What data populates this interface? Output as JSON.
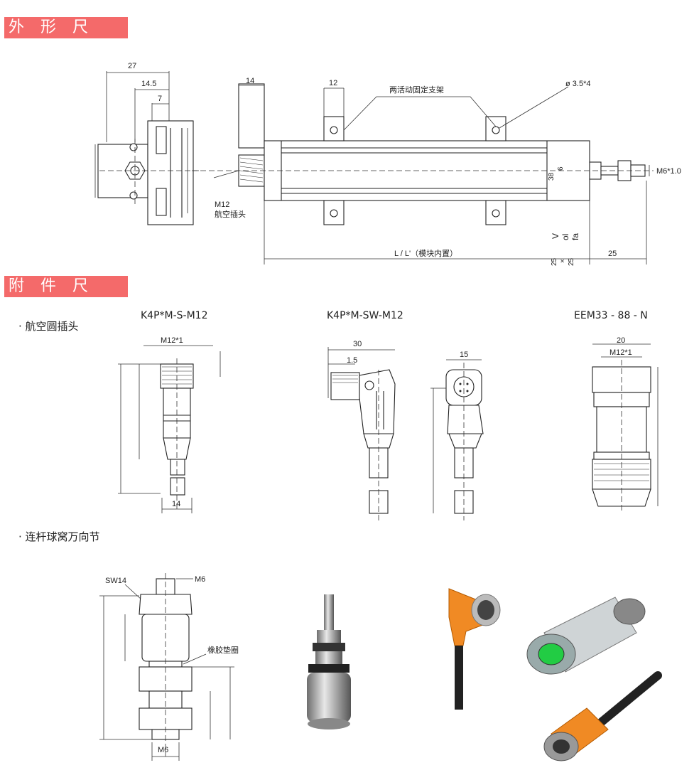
{
  "sections": {
    "outline_title": "外 形 尺 寸:",
    "accessory_title": "附 件 尺 寸:"
  },
  "outline": {
    "dim_27": "27",
    "dim_14_5": "14.5",
    "dim_7": "7",
    "dim_14": "14",
    "dim_12": "12",
    "bracket_label": "两活动固定支架",
    "hole_label": "ø 3.5*4",
    "thread_label": "M6*1.0",
    "connector_label_1": "M12",
    "connector_label_2": "航空插头",
    "length_label": "L / L'（模块内置）",
    "dim_25": "25",
    "dim_38": "38",
    "dim_6": "6",
    "side_text_1": "V",
    "side_text_2": "ol",
    "side_text_3": "fa",
    "side_text_4": "25",
    "side_text_5": "×",
    "side_text_6": "25"
  },
  "accessories": {
    "bullet_connector": "· 航空圆插头",
    "bullet_joint": "· 连杆球窝万向节",
    "model_1": "K4P*M-S-M12",
    "model_2": "K4P*M-SW-M12",
    "model_3": "EEM33 - 88 - N",
    "m12_label": "M12*1",
    "dim_14_bottom": "14",
    "dim_30": "30",
    "dim_1_5": "1.5",
    "dim_15": "15",
    "dim_20": "20",
    "m12_label_b": "M12*1",
    "sw14": "SW14",
    "m6_top": "M6",
    "rubber_label": "橡胶垫圈",
    "m6_bottom": "M6"
  }
}
